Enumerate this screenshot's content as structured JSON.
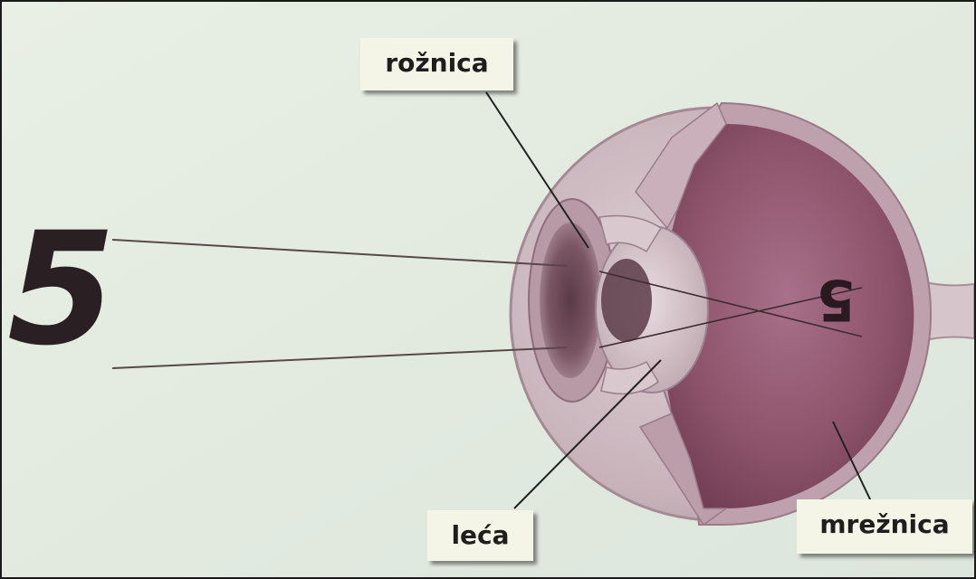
{
  "labels": {
    "cornea": "rožnica",
    "lens": "leća",
    "retina": "mrežnica"
  },
  "object_text": "5",
  "retina_image_text": "5",
  "colors": {
    "background": "#e4ebe0",
    "sclera": "#cdb8bf",
    "interior": "#8b4f66",
    "label_bg": "#f4f5e6",
    "ray": "#4a3a3a"
  }
}
